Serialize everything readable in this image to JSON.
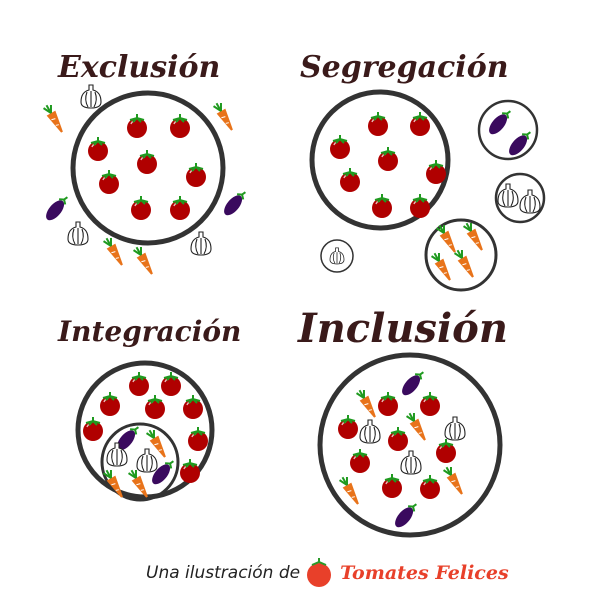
{
  "titles": {
    "exclusion": "Exclusión",
    "segregation": "Segregación",
    "integration": "Integración",
    "inclusion": "Inclusión"
  },
  "footer": {
    "text": "Una ilustración de",
    "brand": "Tomates Felices"
  },
  "colors": {
    "tomato": "#b00000",
    "carrot": "#e8731a",
    "eggplant": "#3a0a5e",
    "leaf": "#1f9a1f",
    "circle": "#333333",
    "title": "#3a1a1a",
    "brand": "#e8402a"
  }
}
